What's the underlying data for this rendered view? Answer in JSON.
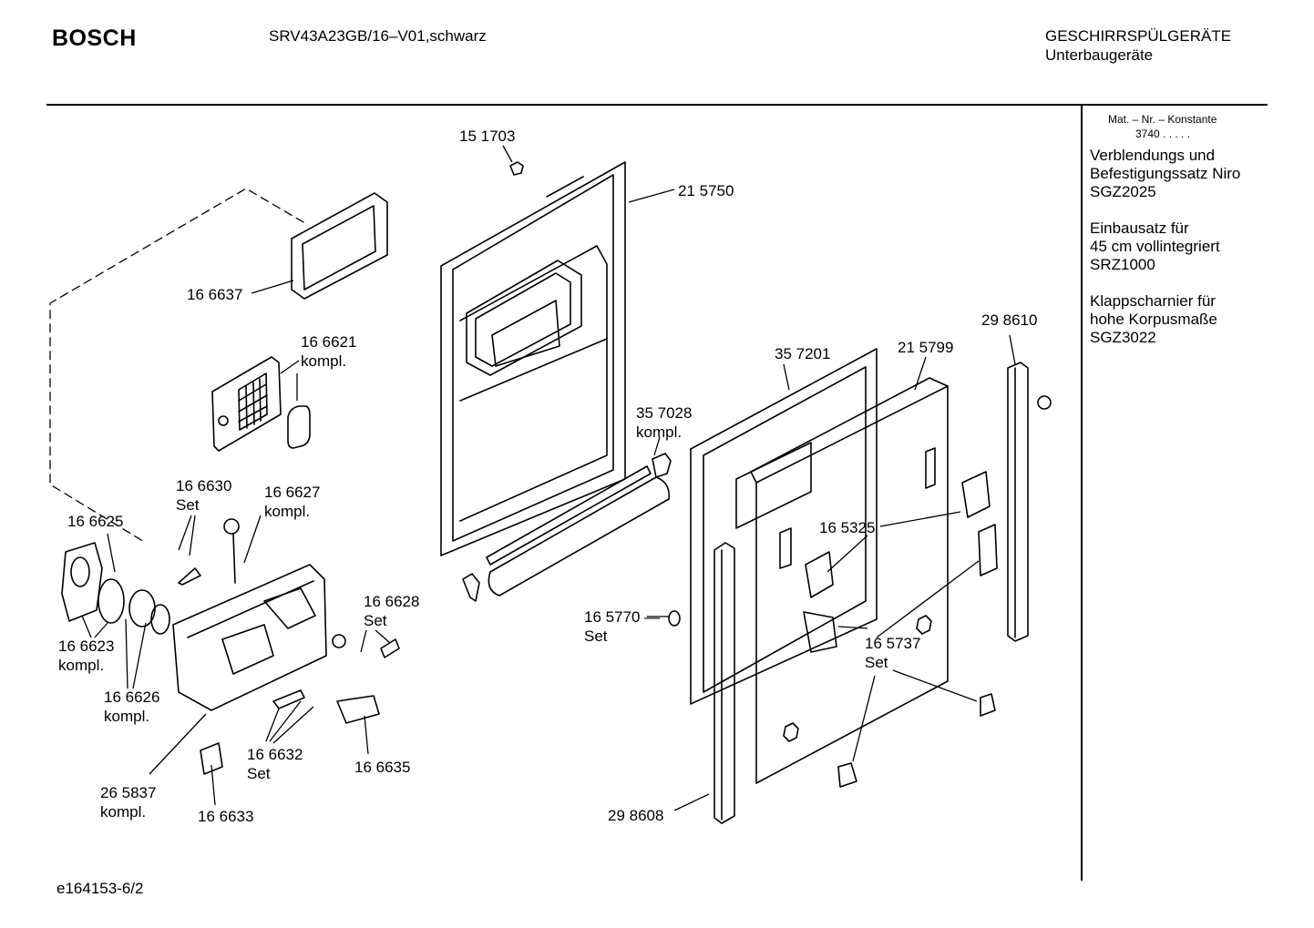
{
  "header": {
    "brand": "BOSCH",
    "model": "SRV43A23GB/16–V01,schwarz",
    "category_line1": "GESCHIRRSPÜLGERÄTE",
    "category_line2": "Unterbaugeräte"
  },
  "sidebar": {
    "mat_label": "Mat. – Nr. – Konstante",
    "mat_value": "3740  .  .  .  .  .",
    "accessories": [
      {
        "line1": "Verblendungs und",
        "line2": "Befestigungssatz Niro",
        "code": "SGZ2025"
      },
      {
        "line1": "Einbausatz für",
        "line2": "45 cm vollintegriert",
        "code": "SRZ1000"
      },
      {
        "line1": "Klappscharnier für",
        "line2": "hohe Korpusmaße",
        "code": "SGZ3022"
      }
    ]
  },
  "parts": {
    "p151703": "15 1703",
    "p215750": "21 5750",
    "p166637": "16 6637",
    "p166621": "16 6621",
    "p166621_sub": "kompl.",
    "p357028": "35 7028",
    "p357028_sub": "kompl.",
    "p357201": "35 7201",
    "p215799": "21 5799",
    "p298610": "29 8610",
    "p166630": "16 6630",
    "p166630_sub": "Set",
    "p166627": "16 6627",
    "p166627_sub": "kompl.",
    "p166625": "16 6625",
    "p165325": "16 5325",
    "p166628": "16 6628",
    "p166628_sub": "Set",
    "p165770": "16 5770",
    "p165770_sub": "Set",
    "p166623": "16 6623",
    "p166623_sub": "kompl.",
    "p165737": "16 5737",
    "p165737_sub": "Set",
    "p166626": "16 6626",
    "p166626_sub": "kompl.",
    "p166632": "16 6632",
    "p166632_sub": "Set",
    "p166635": "16 6635",
    "p265837": "26 5837",
    "p265837_sub": "kompl.",
    "p166633": "16 6633",
    "p298608": "29 8608"
  },
  "footer": {
    "code": "e164153-6/2"
  }
}
